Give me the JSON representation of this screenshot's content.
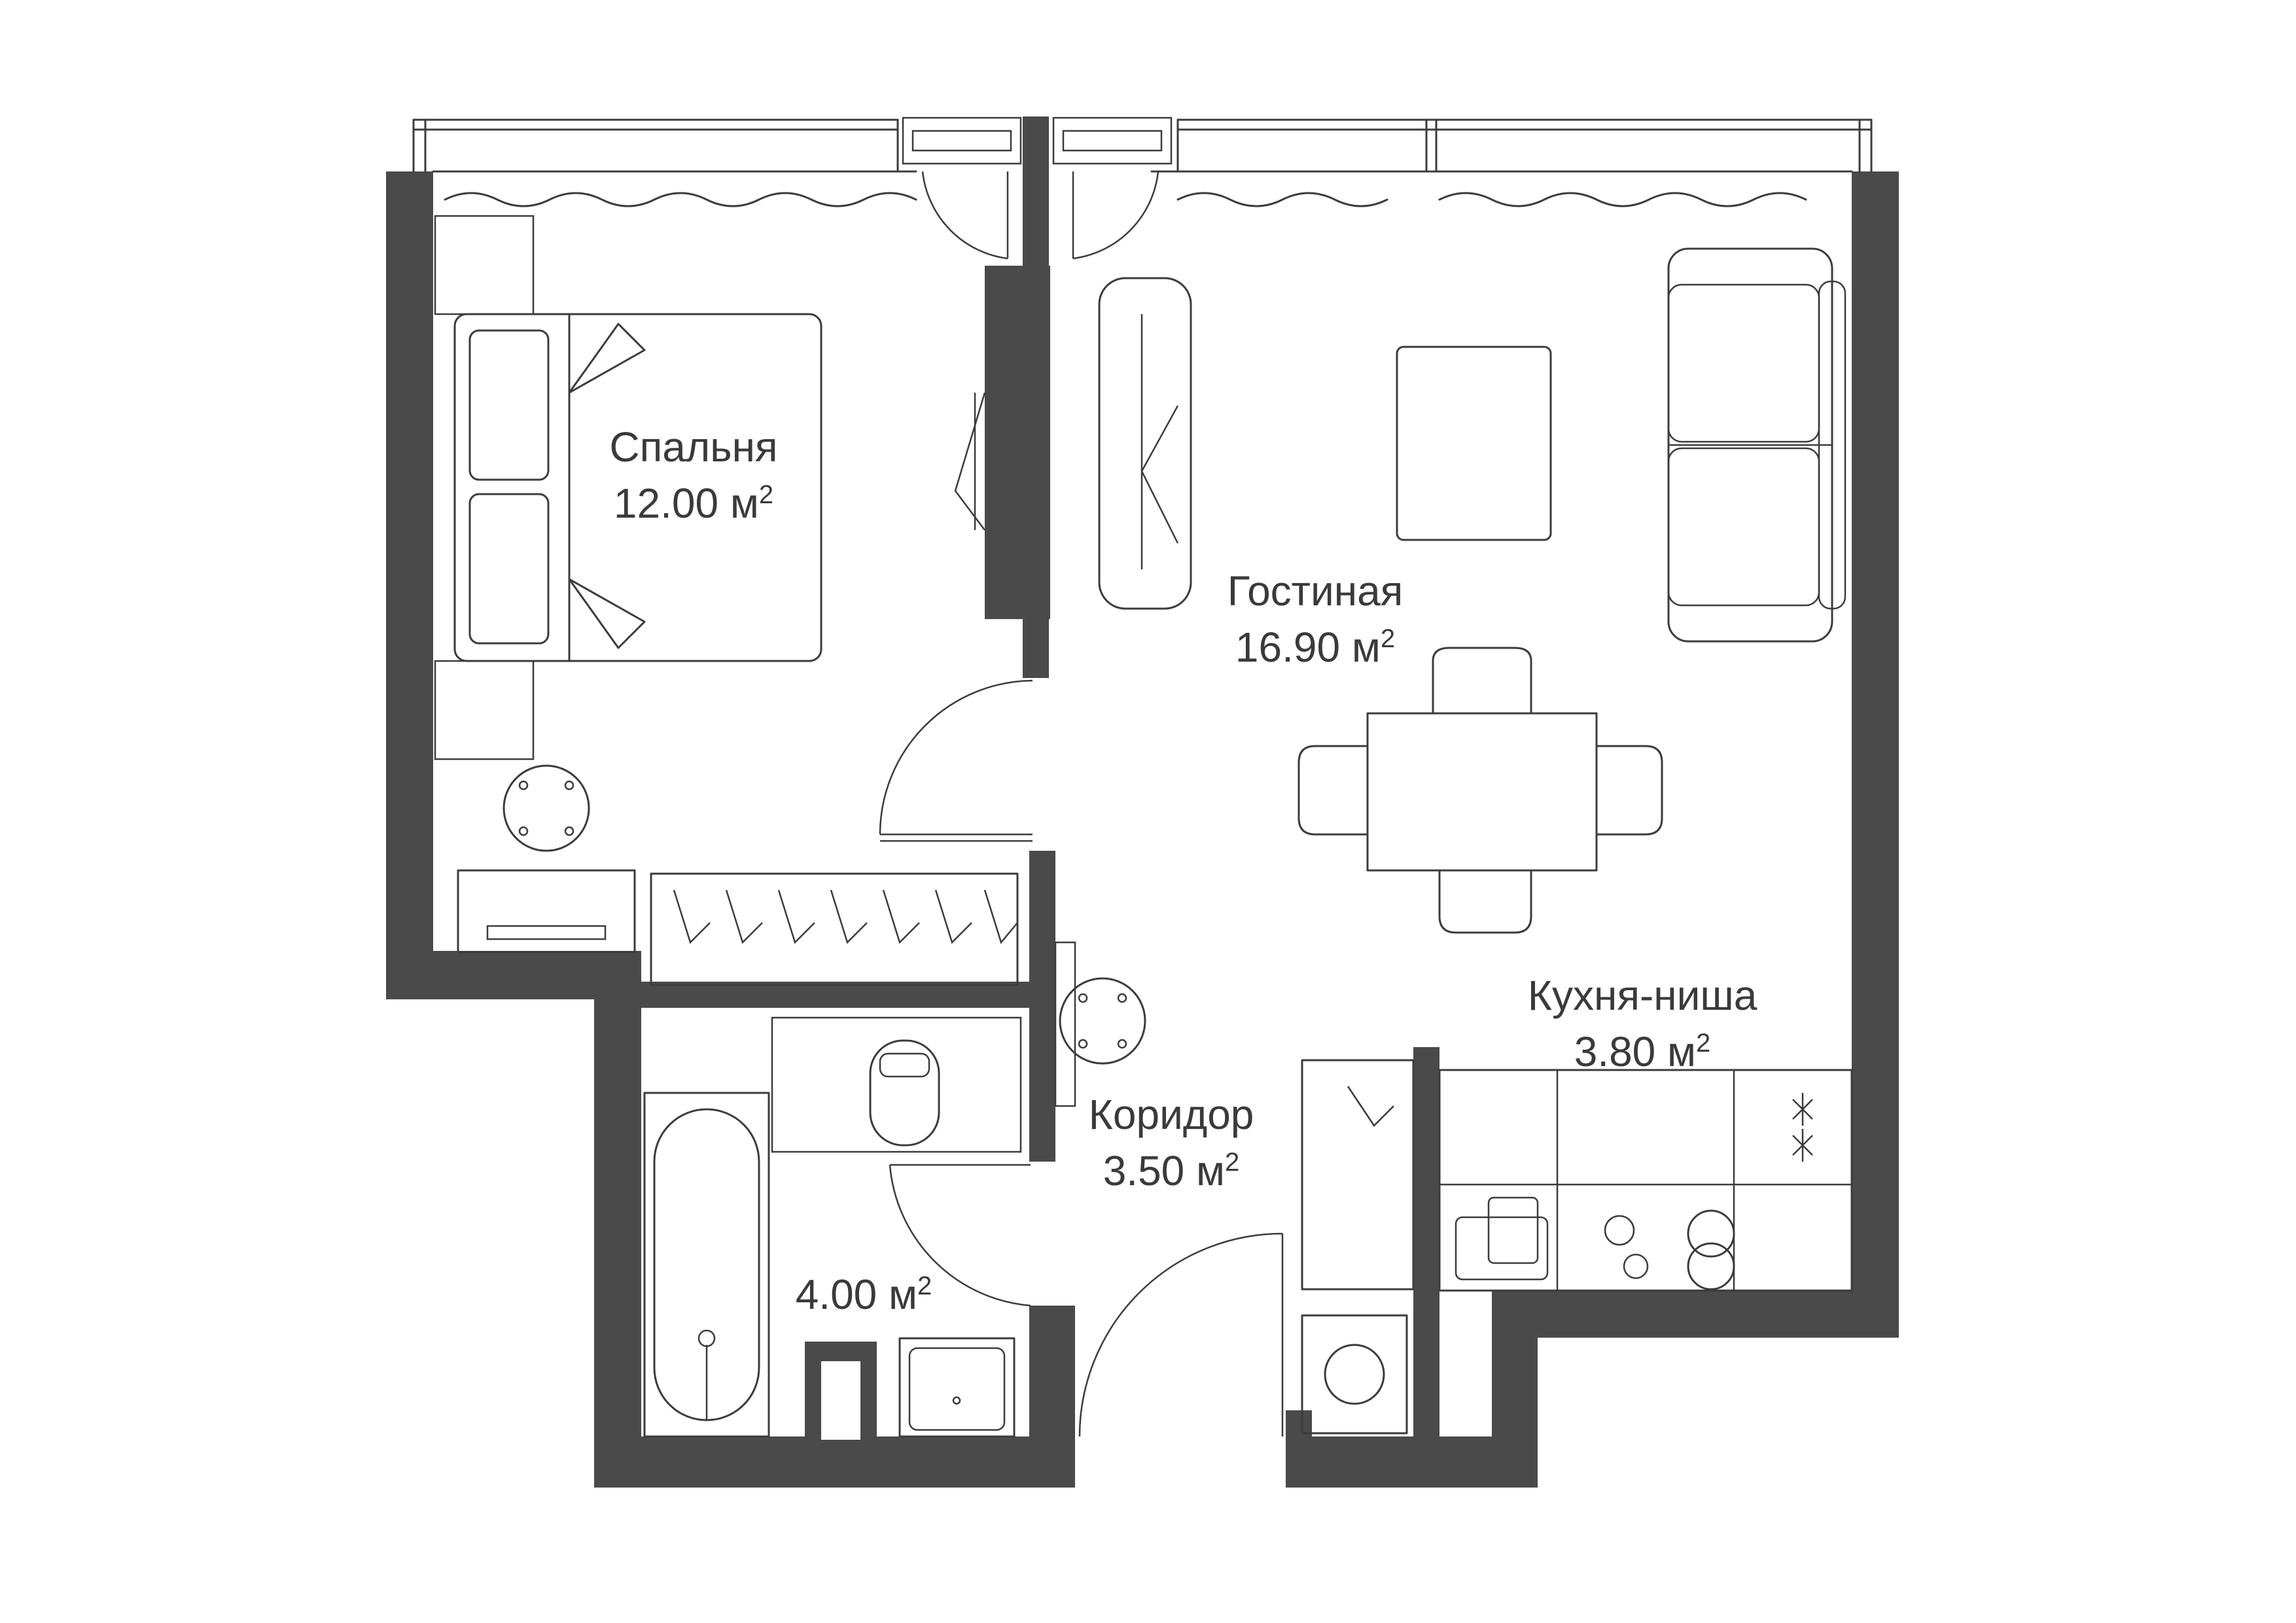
{
  "rooms": {
    "bedroom": {
      "name": "Спальня",
      "area": "12.00 м",
      "unit_sup": "2"
    },
    "living": {
      "name": "Гостиная",
      "area": "16.90 м",
      "unit_sup": "2"
    },
    "kitchen": {
      "name": "Кухня-ниша",
      "area": "3.80 м",
      "unit_sup": "2"
    },
    "corridor": {
      "name": "Коридор",
      "area": "3.50 м",
      "unit_sup": "2"
    },
    "bathroom": {
      "area": "4.00 м",
      "unit_sup": "2"
    }
  },
  "colors": {
    "wall": "#4a4a4a",
    "line": "#3c3c3c",
    "text": "#3a3a3a",
    "background": "#ffffff"
  }
}
